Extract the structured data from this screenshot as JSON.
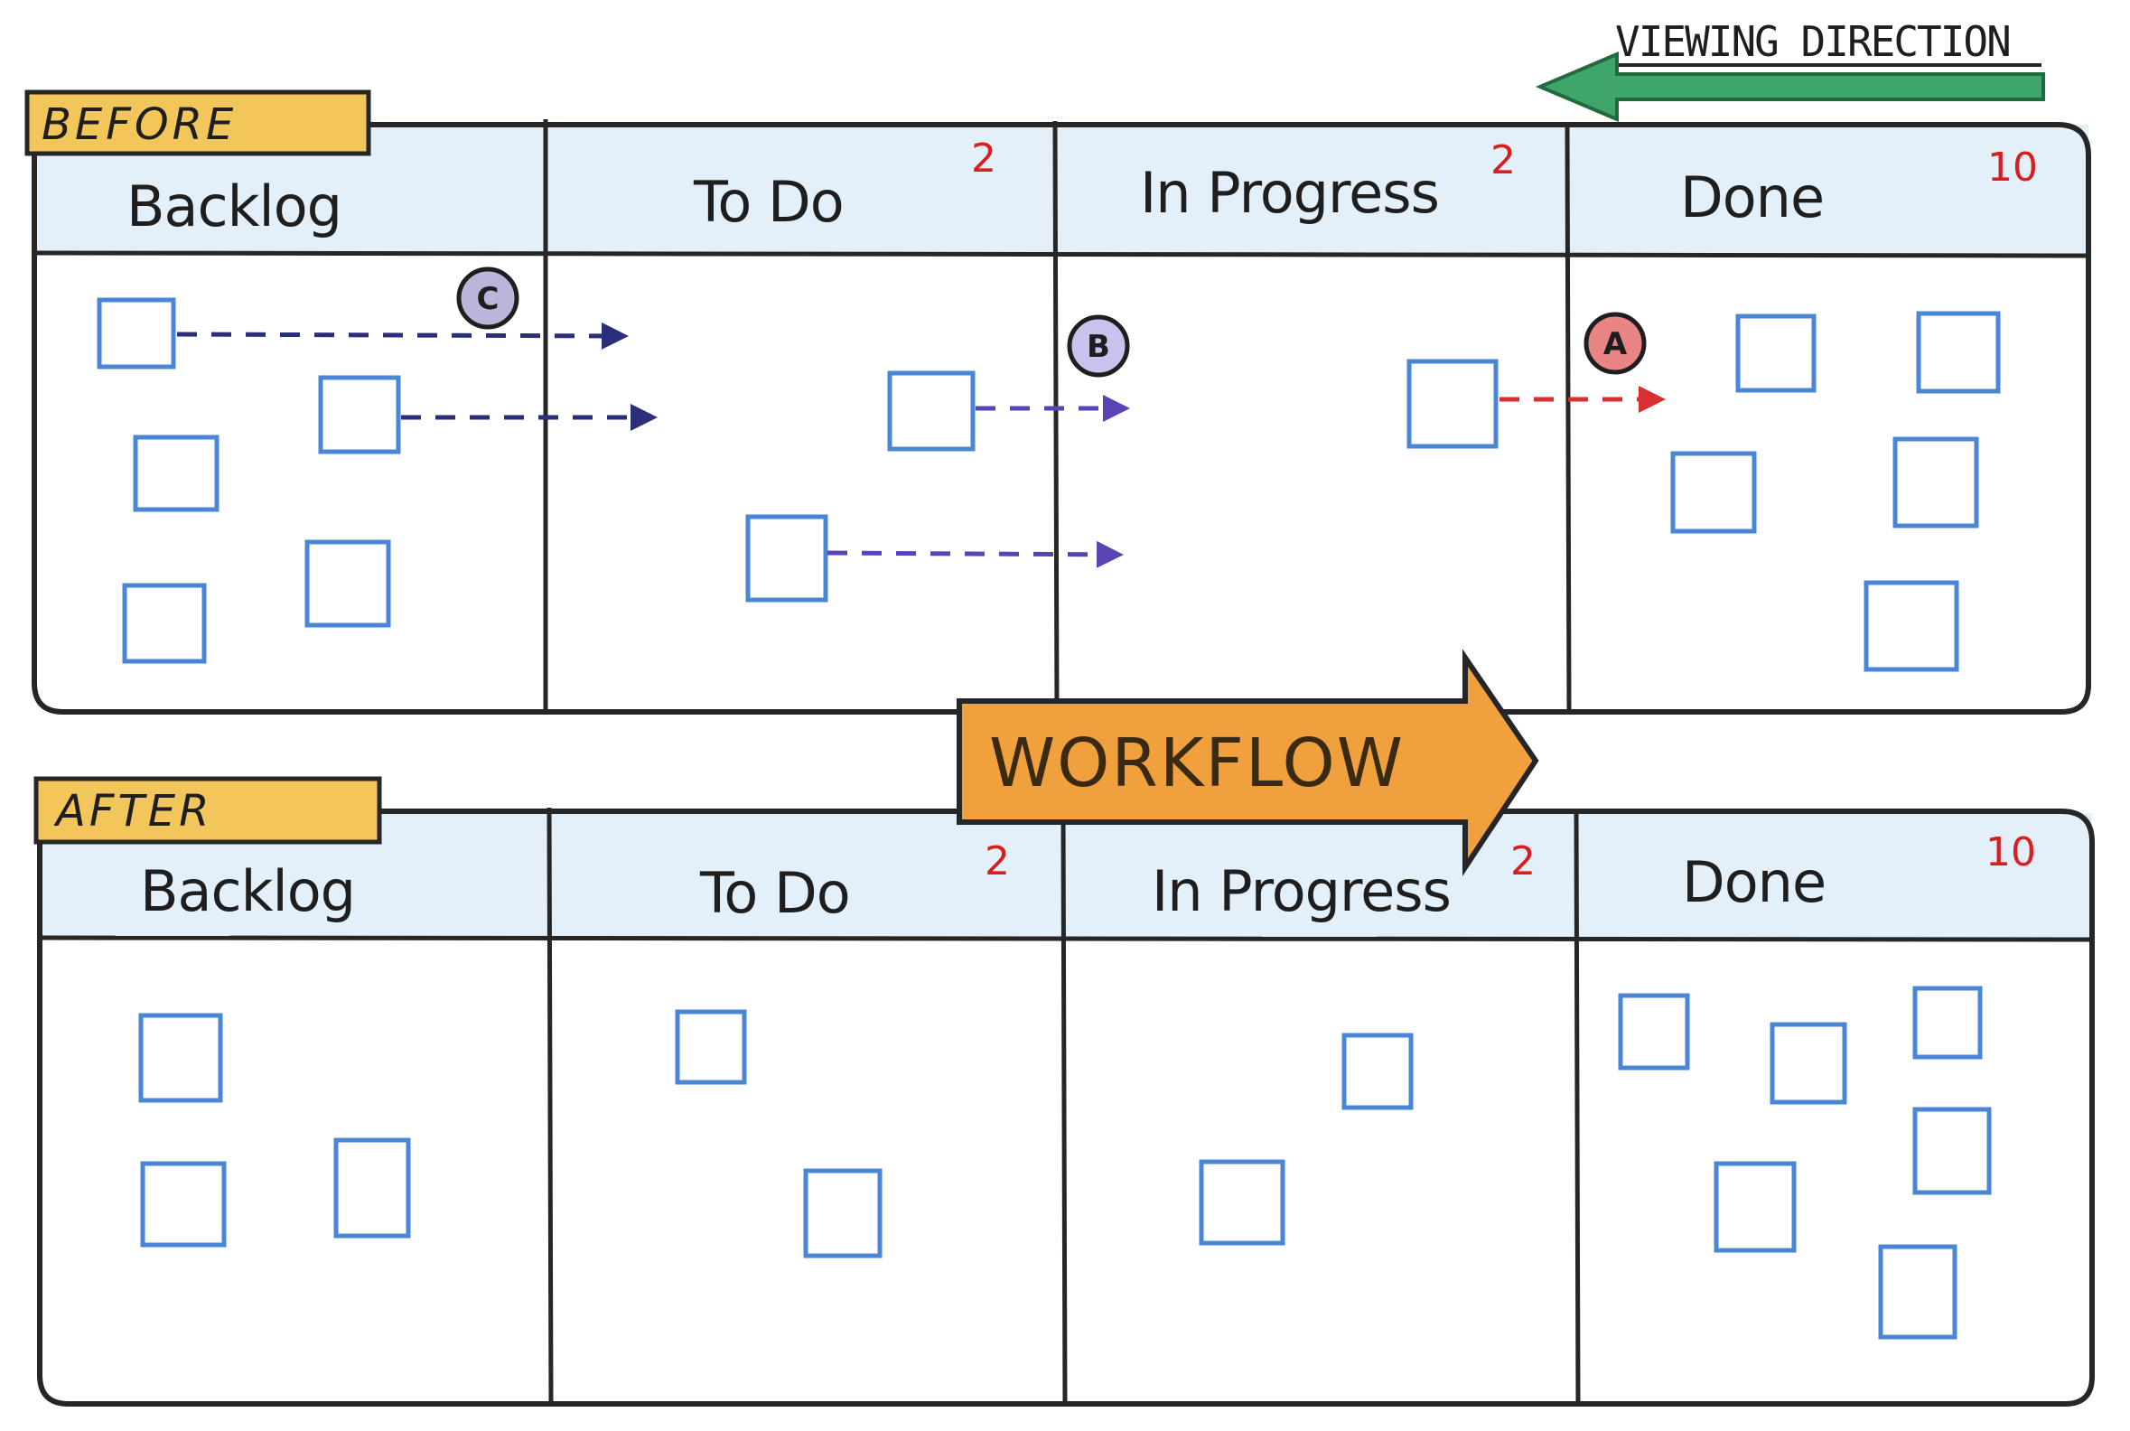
{
  "viewing_direction": "VIEWING DIRECTION",
  "workflow": "WORKFLOW",
  "boards": [
    {
      "tag": "BEFORE",
      "columns": [
        {
          "name": "Backlog",
          "wip": ""
        },
        {
          "name": "To Do",
          "wip": "2"
        },
        {
          "name": "In Progress",
          "wip": "2"
        },
        {
          "name": "Done",
          "wip": "10"
        }
      ],
      "markers": [
        "C",
        "B",
        "A"
      ]
    },
    {
      "tag": "AFTER",
      "columns": [
        {
          "name": "Backlog",
          "wip": ""
        },
        {
          "name": "To Do",
          "wip": "2"
        },
        {
          "name": "In Progress",
          "wip": "2"
        },
        {
          "name": "Done",
          "wip": "10"
        }
      ]
    }
  ],
  "colors": {
    "card": "#4a86d6",
    "header_fill": "#e3eff9",
    "tag_fill": "#f2c65a",
    "workflow_arrow": "#f0a03c",
    "viewing_arrow": "#3fa66a",
    "wip_limit": "#d81e1e",
    "arrow_navy": "#2a2f7a",
    "arrow_purple": "#5a43b5",
    "arrow_red": "#d83030",
    "marker_c": "#b9b6d9",
    "marker_b": "#c9c2ec",
    "marker_a": "#e88484"
  }
}
